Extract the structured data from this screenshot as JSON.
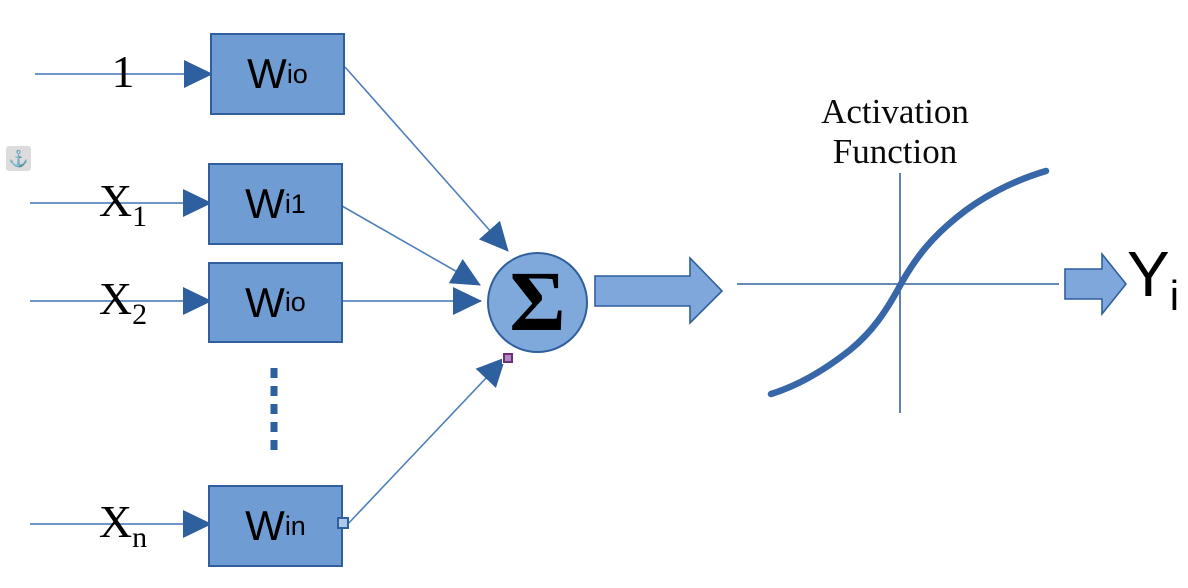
{
  "editor": {
    "anchor_icon": "⚓"
  },
  "diagram": {
    "inputs": [
      {
        "label": "1",
        "sub": ""
      },
      {
        "label": "X",
        "sub": "1"
      },
      {
        "label": "X",
        "sub": "2"
      },
      {
        "label": "X",
        "sub": "n"
      }
    ],
    "weights": [
      {
        "main": "W",
        "sub": "io"
      },
      {
        "main": "W",
        "sub": "i1"
      },
      {
        "main": "W",
        "sub": "io"
      },
      {
        "main": "W",
        "sub": "in"
      }
    ],
    "summation": {
      "symbol": "Σ"
    },
    "activation": {
      "line1": "Activation",
      "line2": "Function"
    },
    "output": {
      "main": "Y",
      "sub": "i"
    }
  },
  "colors": {
    "box_fill": "#6f9cd2",
    "box_border": "#2f5f9c",
    "node_fill": "#7fa8db",
    "block_arrow_fill": "#7fa7dc",
    "arrowhead": "#2e5f9e",
    "thin_line": "#6f96c8",
    "connector_line": "#4e7fba",
    "curve": "#3767a8",
    "handle_purple": "#6a2d7f",
    "handle_blue": "#afc8e8"
  }
}
